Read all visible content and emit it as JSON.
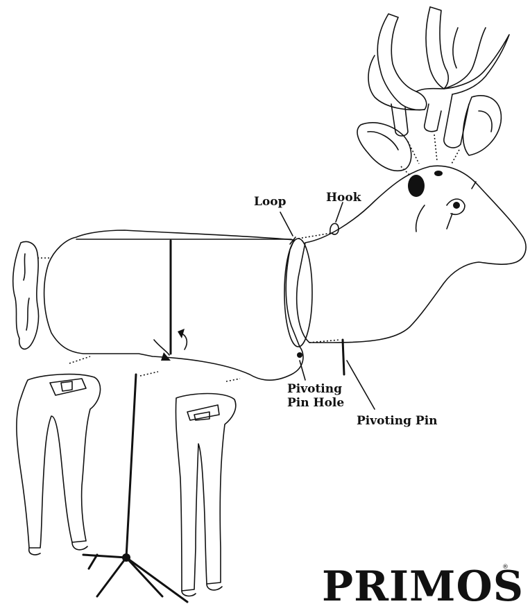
{
  "labels": {
    "loop": "Loop",
    "hook": "Hook",
    "pivoting_pin_hole_line1": "Pivoting",
    "pivoting_pin_hole_line2": "Pin Hole",
    "pivoting_pin": "Pivoting Pin"
  },
  "brand": {
    "name": "PRIMOS",
    "mark": "®"
  }
}
